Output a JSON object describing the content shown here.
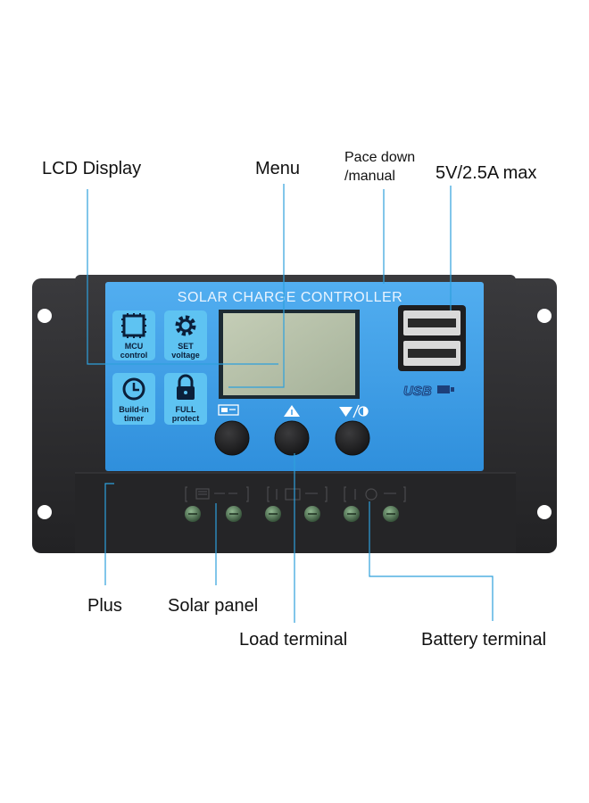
{
  "callouts": {
    "lcd_display": "LCD Display",
    "menu": "Menu",
    "page_down_line1": "Pace down",
    "page_down_line2": "/manual",
    "usb_max": "5V/2.5A max",
    "plus": "Plus",
    "solar_panel": "Solar panel",
    "load_terminal": "Load terminal",
    "battery_terminal": "Battery terminal"
  },
  "panel": {
    "title": "SOLAR CHARGE CONTROLLER",
    "usb_label": "USB",
    "features": [
      {
        "icon": "chip-icon",
        "line1": "MCU",
        "line2": "control"
      },
      {
        "icon": "gear-icon",
        "line1": "SET",
        "line2": "voltage"
      },
      {
        "icon": "clock-icon",
        "line1": "Build-in",
        "line2": "timer"
      },
      {
        "icon": "lock-icon",
        "line1": "FULL",
        "line2": "protect"
      }
    ],
    "buttons": [
      {
        "icon": "menu-icon"
      },
      {
        "icon": "up-triangle-icon"
      },
      {
        "icon": "down-manual-icon"
      }
    ]
  },
  "colors": {
    "panel_blue": "#3f9ee8",
    "feature_blue": "#5ec3f2",
    "housing": "#2c2c2e",
    "lcd": "#b6c2a8",
    "leader": "#2ea0dc"
  }
}
